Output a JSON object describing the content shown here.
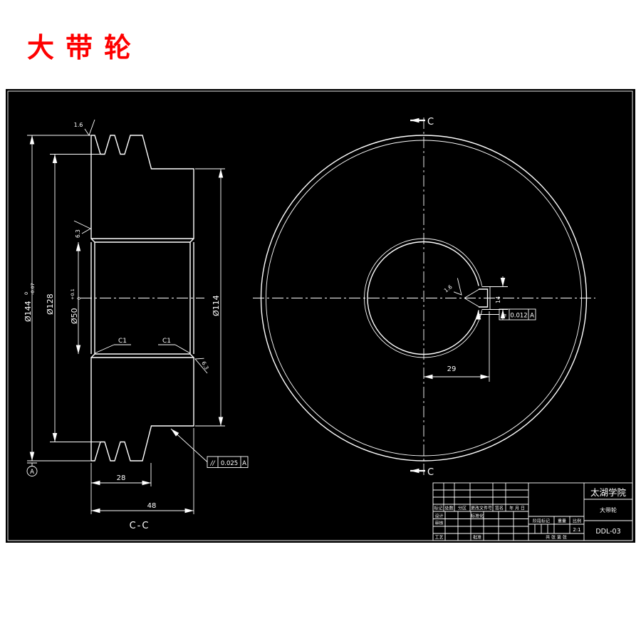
{
  "page": {
    "title": "大带轮"
  },
  "section_view": {
    "label": "C-C",
    "dim_outer_dia": "Ø144",
    "dim_outer_dia_tol_upper": "0",
    "dim_outer_dia_tol_lower": "-0.07",
    "dim_groove_root_dia": "Ø128",
    "dim_bore_dia": "Ø50",
    "dim_bore_tol_upper": "+0.1",
    "dim_bore_tol_lower": "0",
    "dim_hub_dia": "Ø114",
    "dim_groove_span": "28",
    "dim_width": "48",
    "chamfer_left": "C1",
    "chamfer_right": "C1",
    "roughness_top": "1.6",
    "roughness_bore": "6.3",
    "roughness_side": "6.3",
    "datum_label": "A",
    "parallelism": {
      "symbol": "//",
      "value": "0.025",
      "datum": "A"
    }
  },
  "front_view": {
    "section_letter_top": "C",
    "section_letter_bottom": "C",
    "dim_keyway_width": "14",
    "dim_keyway_depth": "29",
    "roughness_keyway": "1.6",
    "symmetry": {
      "symbol": "=",
      "value": "0.012",
      "datum": "A"
    }
  },
  "title_block": {
    "school": "太湖学院",
    "part_name": "大带轮",
    "drawing_no": "DDL-03",
    "scale_value": "2:1",
    "labels": {
      "mark": "标记",
      "count": "处数",
      "zone": "分区",
      "change_file": "更改文件号",
      "signature": "签名",
      "date": "年 月 日",
      "design": "设计",
      "check": "审核",
      "process": "工艺",
      "standardization": "标准化",
      "approve": "批准",
      "stage_mark": "阶段标记",
      "weight": "重量",
      "scale": "比例",
      "sheet_info": "共 张 第 张"
    }
  }
}
